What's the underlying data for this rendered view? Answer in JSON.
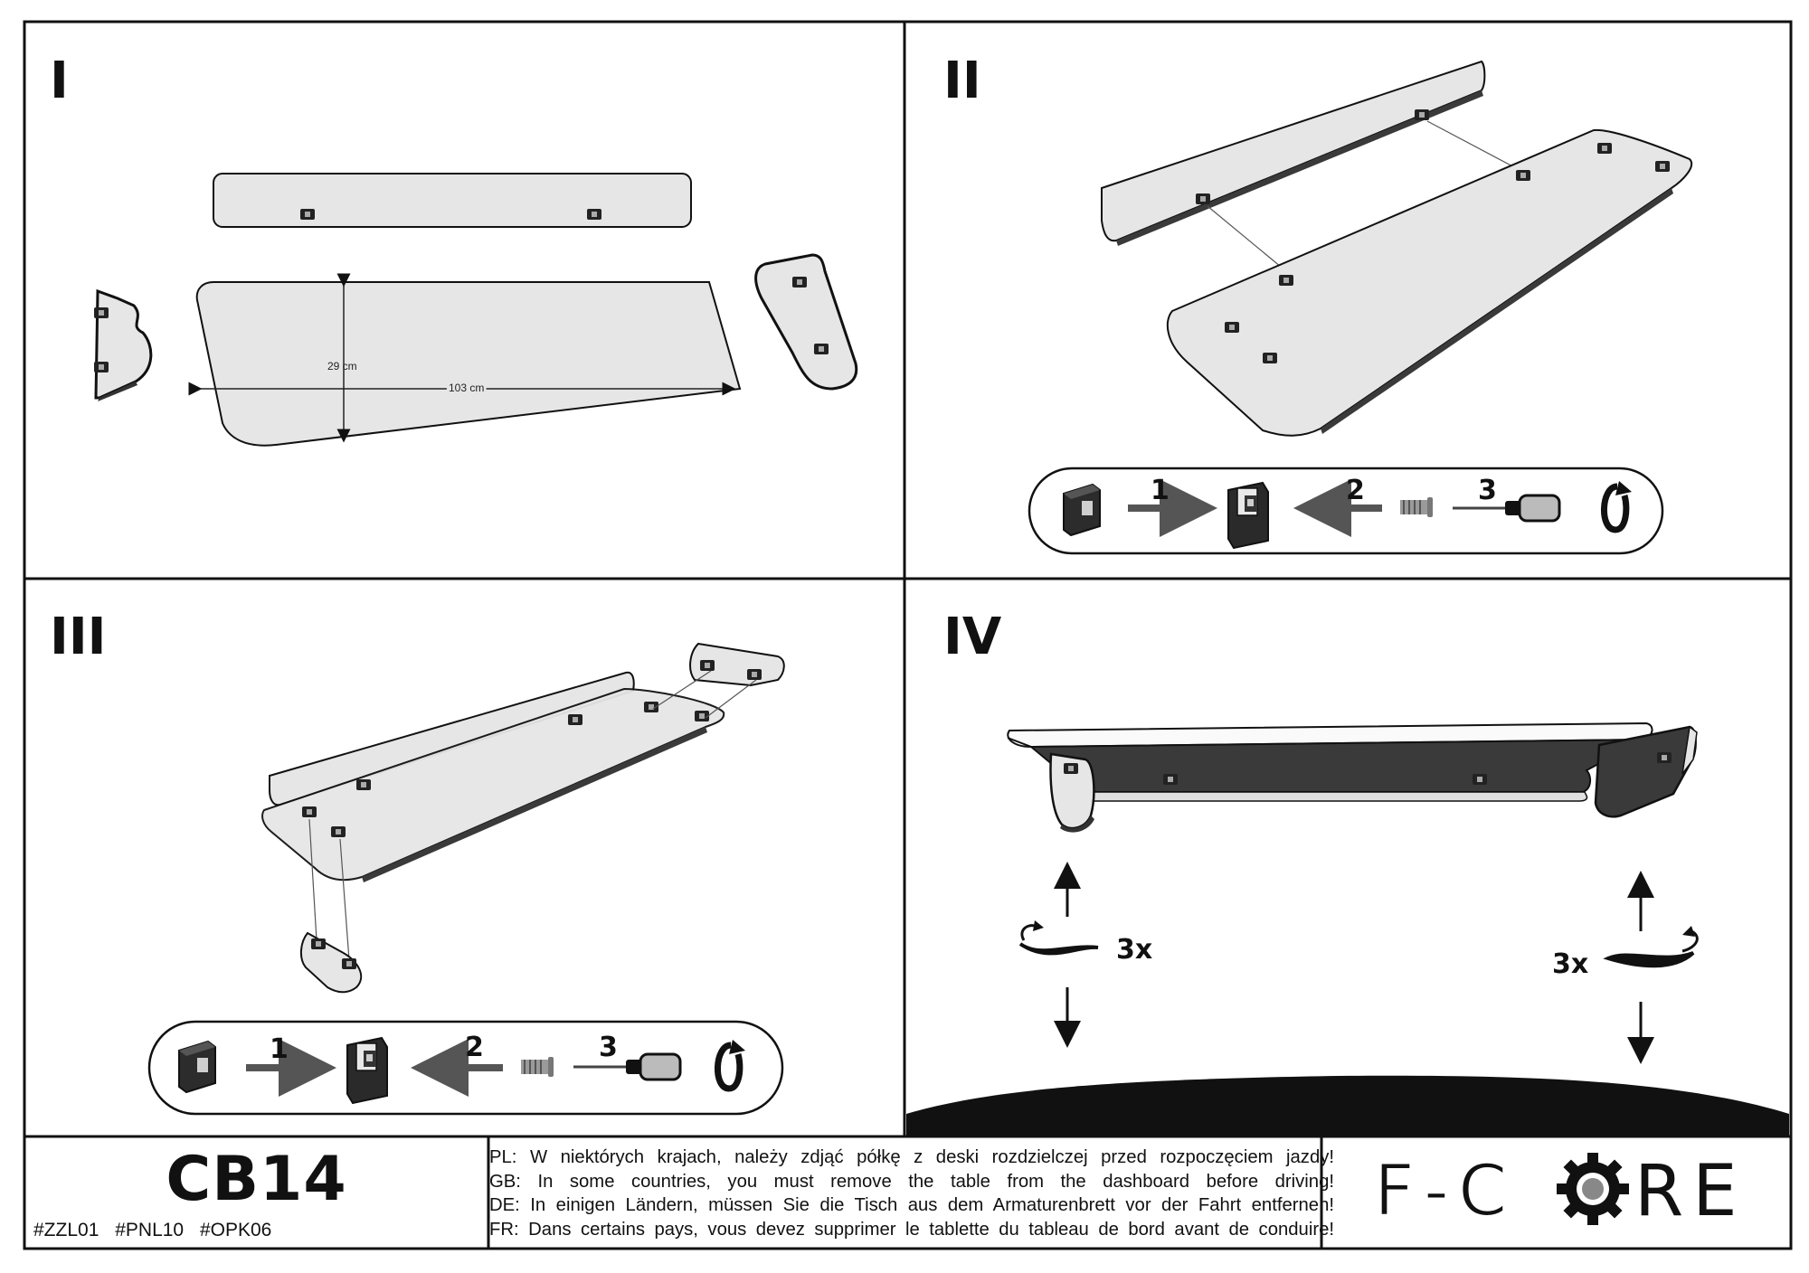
{
  "panels": [
    {
      "step": "I",
      "dim_depth": "29 cm",
      "dim_width": "103 cm"
    },
    {
      "step": "II",
      "sequence": [
        "1",
        "2",
        "3"
      ]
    },
    {
      "step": "III",
      "sequence": [
        "1",
        "2",
        "3"
      ]
    },
    {
      "step": "IV",
      "turns_left": "3x",
      "turns_right": "3x"
    }
  ],
  "footer": {
    "model": "CB14",
    "tags": [
      "#ZZL01",
      "#PNL10",
      "#OPK06"
    ],
    "warnings": [
      "PL: W niektórych krajach, należy zdjąć półkę z deski rozdzielczej przed rozpoczęciem jazdy!",
      "GB: In some countries, you must remove the table from the dashboard before driving!",
      "DE: In einigen Ländern, müssen Sie die Tisch aus dem Armaturenbrett vor der Fahrt entfernen!",
      "FR: Dans certains pays, vous devez supprimer le tablette du tableau de bord avant de conduire!"
    ],
    "brand": {
      "left": "F-C",
      "right": "RE"
    }
  },
  "colors": {
    "line": "#111111",
    "part_fill": "#e6e6e6",
    "shadow": "#3a3a3a",
    "clip": "#222222"
  }
}
